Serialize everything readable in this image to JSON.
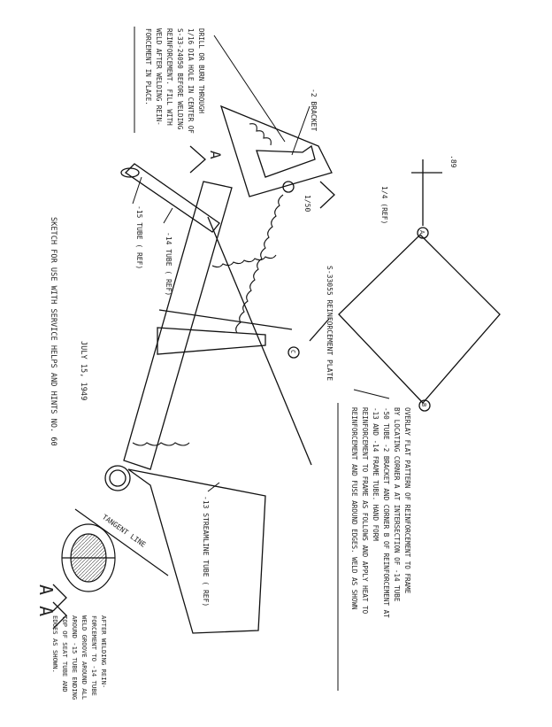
{
  "title": "SKETCH FOR USE WITH SERVICE HELPS AND HINTS NO. 60",
  "date": "JULY 15, 1949",
  "note_drill": [
    "DRILL OR BURN THROUGH",
    "1/16 DIA HOLE IN CENTER OF",
    "S-33-24050 BEFORE WELDING",
    "REINFORCEMENT. FILL WITH",
    "WELD AFTER WELDING REIN-",
    "FORCEMENT IN PLACE."
  ],
  "note_overlay": [
    "OVERLAY FLAT PATTERN OF REINFORCEMENT TO FRAME",
    "BY LOCATING CORNER A AT INTERSECTION OF -14 TUBE",
    "-50 TUBE -2 BRACKET AND CORNER B OF REINFORCEMENT AT",
    "-13 AND -14 FRAME TUBE. HAND FORM",
    "REINFORCEMENT TO FRAME AS FOLLOWS AND APPLY HEAT TO",
    "REINFORCEMENT AND FUSE AROUND EDGES. WELD AS SHOWN"
  ],
  "note_after": [
    "AFTER WELDING REIN-",
    "FORCEMENT TO -14 TUBE",
    "WELD GROOVE AROUND ALL",
    "AROUND -15 TUBE ENDING",
    "TOP OF SEAT TUBE AND",
    "EDGES AS SHOWN."
  ],
  "labels": {
    "bracket": "-2 BRACKET",
    "tube15": "-15 TUBE ( REF)",
    "tube14": "-14 TUBE ( REF)",
    "tube13": "-13 STREAMLINE TUBE ( REF)",
    "plate": "S-33055 REINFORCEMENT PLATE",
    "tangent": "TANGENT LINE",
    "dim89": ".89",
    "dim50": "1/50",
    "dim14": "1/4 (REF)",
    "corner_a": "A",
    "corner_b": "B",
    "corner_c": "C",
    "section": "A A",
    "view_a": "A"
  }
}
